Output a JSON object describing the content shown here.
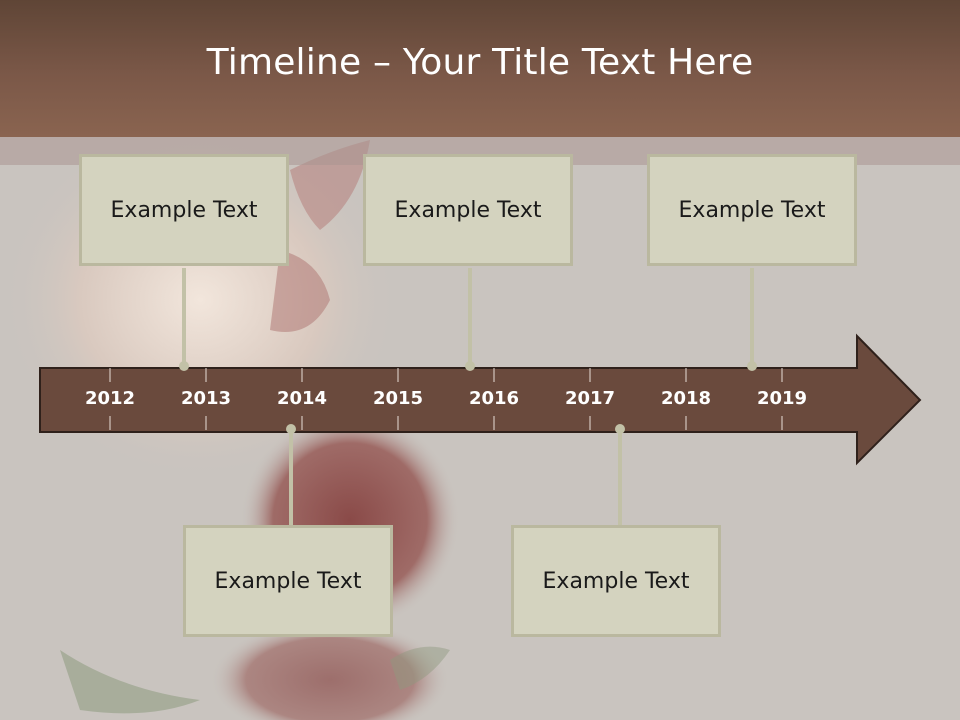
{
  "slide": {
    "title": "Timeline – Your Title Text Here"
  },
  "timeline": {
    "years": [
      "2012",
      "2013",
      "2014",
      "2015",
      "2016",
      "2017",
      "2018",
      "2019"
    ],
    "events_above": [
      {
        "label": "Example Text"
      },
      {
        "label": "Example Text"
      },
      {
        "label": "Example Text"
      }
    ],
    "events_below": [
      {
        "label": "Example Text"
      },
      {
        "label": "Example Text"
      }
    ]
  },
  "colors": {
    "header": "#7b5848",
    "arrow_fill": "#6a4a3d",
    "box_fill": "#d4d3bf",
    "connector": "#c2c1a7"
  }
}
